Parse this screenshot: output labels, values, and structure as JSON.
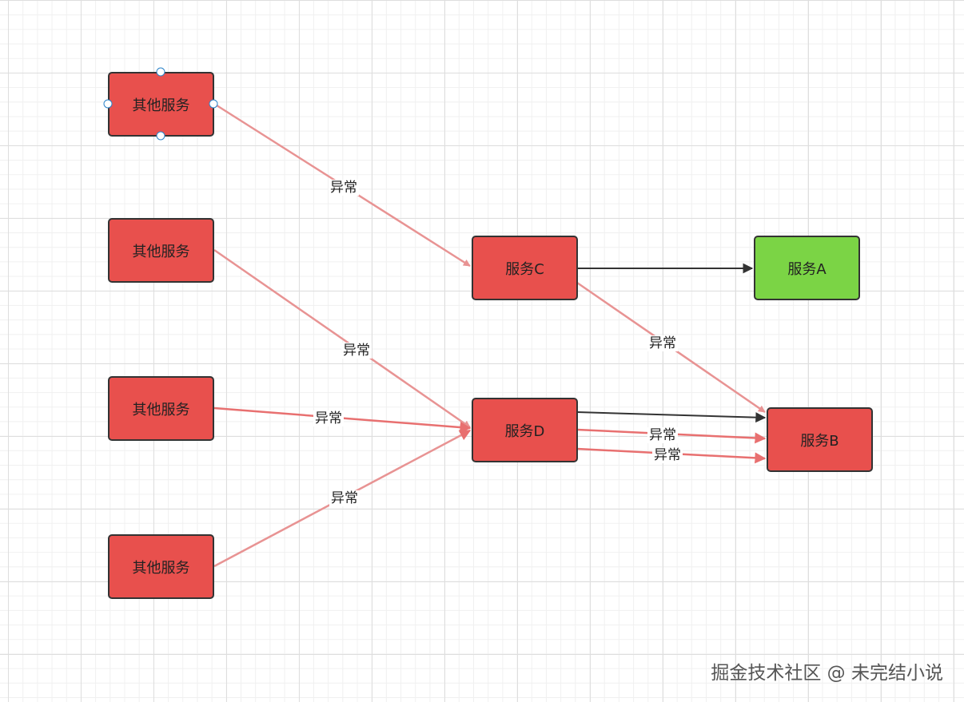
{
  "nodes": {
    "other_1": {
      "label": "其他服务"
    },
    "other_2": {
      "label": "其他服务"
    },
    "other_3": {
      "label": "其他服务"
    },
    "other_4": {
      "label": "其他服务"
    },
    "service_c": {
      "label": "服务C"
    },
    "service_a": {
      "label": "服务A"
    },
    "service_d": {
      "label": "服务D"
    },
    "service_b": {
      "label": "服务B"
    }
  },
  "edges": {
    "other1_to_c": {
      "label": "异常"
    },
    "other2_to_d": {
      "label": "异常"
    },
    "other3_to_d": {
      "label": "异常"
    },
    "other4_to_d": {
      "label": "异常"
    },
    "c_to_b": {
      "label": "异常"
    },
    "d_to_b_1": {
      "label": "异常"
    },
    "d_to_b_2": {
      "label": "异常"
    }
  },
  "colors": {
    "node_fill_error": "#e8504d",
    "node_fill_ok": "#7bd445",
    "edge_error": "#e89393",
    "edge_normal": "#333333",
    "selection_handle": "#2b83c9"
  },
  "watermark": "掘金技术社区 @ 未完结小说"
}
